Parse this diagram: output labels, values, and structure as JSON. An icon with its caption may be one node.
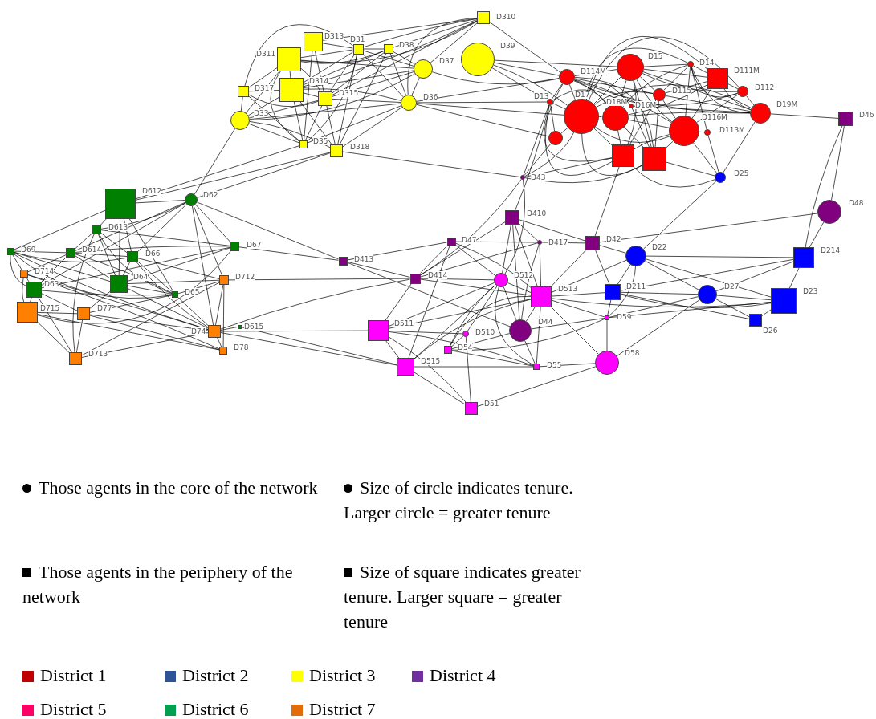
{
  "diagram": {
    "nodes": [
      {
        "text": [],
        "shape": "box",
        "beside": [
          "D310"
        ]
      },
      {
        "text": [],
        "shape": "box",
        "beside": [
          "D313"
        ]
      },
      {
        "text": [],
        "shape": "box",
        "beside": [
          "D311"
        ]
      },
      {
        "text": [],
        "shape": "box",
        "beside": [
          "D31"
        ]
      },
      {
        "text": [],
        "shape": "box",
        "beside": [
          "D38"
        ]
      },
      {
        "text": [],
        "shape": "circle",
        "beside": [
          "D37"
        ]
      },
      {
        "text": [],
        "shape": "circle",
        "beside": [
          "D39"
        ]
      },
      {
        "text": [],
        "shape": "box",
        "beside": [
          "D314"
        ]
      },
      {
        "text": [],
        "shape": "box",
        "beside": [
          "D317"
        ]
      },
      {
        "text": [],
        "shape": "box",
        "beside": [
          "D315"
        ]
      },
      {
        "text": [],
        "shape": "circle",
        "beside": [
          "D36"
        ]
      },
      {
        "text": [],
        "shape": "circle",
        "beside": [
          "D33"
        ]
      },
      {
        "text": [],
        "shape": "box",
        "beside": [
          "D35"
        ]
      },
      {
        "text": [],
        "shape": "box",
        "beside": [
          "D318"
        ]
      },
      {
        "text": [],
        "shape": "circle",
        "beside": [
          "D15"
        ]
      },
      {
        "text": [],
        "shape": "circle",
        "beside": [
          "D14"
        ]
      },
      {
        "text": [],
        "shape": "box",
        "beside": [
          "D111M"
        ]
      },
      {
        "text": [],
        "shape": "circle",
        "beside": [
          "D114M"
        ]
      },
      {
        "text": [],
        "shape": "circle",
        "beside": [
          "D115"
        ]
      },
      {
        "text": [],
        "shape": "circle",
        "beside": [
          "D112"
        ]
      },
      {
        "text": [],
        "shape": "circle",
        "beside": [
          "D19M"
        ]
      },
      {
        "text": [],
        "shape": "circle",
        "beside": [
          "D13"
        ]
      },
      {
        "text": [],
        "shape": "circle",
        "beside": [
          "D17"
        ]
      },
      {
        "text": [],
        "shape": "circle",
        "beside": [
          "D18M"
        ]
      },
      {
        "text": [],
        "shape": "circle",
        "beside": [
          "D16M"
        ]
      },
      {
        "text": [],
        "shape": "circle",
        "beside": [
          "D116M"
        ]
      },
      {
        "text": [],
        "shape": "circle",
        "beside": [
          "D113M"
        ]
      },
      {
        "text": [],
        "shape": "circle"
      },
      {
        "text": [],
        "shape": "box"
      },
      {
        "text": [],
        "shape": "box"
      },
      {
        "text": [],
        "shape": "circle",
        "beside": [
          "D25"
        ]
      },
      {
        "text": [],
        "shape": "circle",
        "beside": [
          "D22"
        ]
      },
      {
        "text": [],
        "shape": "box",
        "beside": [
          "D214"
        ]
      },
      {
        "text": [],
        "shape": "box",
        "beside": [
          "D211"
        ]
      },
      {
        "text": [],
        "shape": "circle",
        "beside": [
          "D27"
        ]
      },
      {
        "text": [],
        "shape": "box",
        "beside": [
          "D23"
        ]
      },
      {
        "text": [],
        "shape": "box",
        "beside": [
          "D26"
        ]
      },
      {
        "text": [],
        "shape": "box",
        "beside": [
          "D46"
        ]
      },
      {
        "text": [],
        "shape": "circle",
        "beside": [
          "D43"
        ]
      },
      {
        "text": [],
        "shape": "circle",
        "beside": [
          "D48"
        ]
      },
      {
        "text": [],
        "shape": "box",
        "beside": [
          "D410"
        ]
      },
      {
        "text": [],
        "shape": "box",
        "beside": [
          "D47"
        ]
      },
      {
        "text": [],
        "shape": "circle",
        "beside": [
          "D417"
        ]
      },
      {
        "text": [],
        "shape": "box",
        "beside": [
          "D42"
        ]
      },
      {
        "text": [],
        "shape": "box",
        "beside": [
          "D413"
        ]
      },
      {
        "text": [],
        "shape": "box",
        "beside": [
          "D414"
        ]
      },
      {
        "text": [],
        "shape": "circle",
        "beside": [
          "D44"
        ]
      },
      {
        "text": [],
        "shape": "circle",
        "beside": [
          "D512"
        ]
      },
      {
        "text": [],
        "shape": "box",
        "beside": [
          "D513"
        ]
      },
      {
        "text": [],
        "shape": "box",
        "beside": [
          "D511"
        ]
      },
      {
        "text": [],
        "shape": "circle",
        "beside": [
          "D510"
        ]
      },
      {
        "text": [],
        "shape": "box",
        "beside": [
          "D59"
        ]
      },
      {
        "text": [],
        "shape": "box",
        "beside": [
          "D54"
        ]
      },
      {
        "text": [],
        "shape": "box",
        "beside": [
          "D515"
        ]
      },
      {
        "text": [],
        "shape": "box",
        "beside": [
          "D55"
        ]
      },
      {
        "text": [],
        "shape": "circle",
        "beside": [
          "D58"
        ]
      },
      {
        "text": [],
        "shape": "box",
        "beside": [
          "D51"
        ]
      },
      {
        "text": [],
        "shape": "box",
        "beside": [
          "D612"
        ]
      },
      {
        "text": [],
        "shape": "circle",
        "beside": [
          "D62"
        ]
      },
      {
        "text": [],
        "shape": "box",
        "beside": [
          "D613"
        ]
      },
      {
        "text": [],
        "shape": "box",
        "beside": [
          "D69"
        ]
      },
      {
        "text": [],
        "shape": "box",
        "beside": [
          "D614"
        ]
      },
      {
        "text": [],
        "shape": "box",
        "beside": [
          "D66"
        ]
      },
      {
        "text": [],
        "shape": "box",
        "beside": [
          "D67"
        ]
      },
      {
        "text": [],
        "shape": "box",
        "beside": [
          "D64"
        ]
      },
      {
        "text": [],
        "shape": "box",
        "beside": [
          "D63"
        ]
      },
      {
        "text": [],
        "shape": "box",
        "beside": [
          "D65"
        ]
      },
      {
        "text": [],
        "shape": "box",
        "beside": [
          "D615"
        ]
      },
      {
        "text": [],
        "shape": "box",
        "beside": [
          "D714"
        ]
      },
      {
        "text": [],
        "shape": "box",
        "beside": [
          "D715"
        ]
      },
      {
        "text": [],
        "shape": "box",
        "beside": [
          "D712"
        ]
      },
      {
        "text": [],
        "shape": "box",
        "beside": [
          "D77"
        ]
      },
      {
        "text": [],
        "shape": "box",
        "beside": [
          "D74"
        ]
      },
      {
        "text": [],
        "shape": "box",
        "beside": [
          "D78"
        ]
      },
      {
        "text": [],
        "shape": "box",
        "beside": [
          "D713"
        ]
      }
    ],
    "edges": [
      {
        "from": 0,
        "to": 1,
        "arrow": "none"
      },
      {
        "from": 0,
        "to": 2,
        "arrow": "none"
      },
      {
        "from": 0,
        "to": 3,
        "arrow": "none"
      },
      {
        "from": 0,
        "to": 4,
        "arrow": "none"
      },
      {
        "from": 0,
        "to": 7,
        "arrow": "none"
      },
      {
        "from": 0,
        "to": 5,
        "arrow": "none"
      },
      {
        "from": 0,
        "to": 10,
        "arrow": "none"
      },
      {
        "from": 0,
        "to": 9,
        "arrow": "none"
      },
      {
        "from": 0,
        "to": 17,
        "arrow": "none"
      },
      {
        "from": 3,
        "to": 1,
        "arrow": "none"
      },
      {
        "from": 3,
        "to": 2,
        "arrow": "none"
      },
      {
        "from": 3,
        "to": 4,
        "arrow": "none"
      },
      {
        "from": 3,
        "to": 7,
        "arrow": "none"
      },
      {
        "from": 3,
        "to": 9,
        "arrow": "none"
      },
      {
        "from": 3,
        "to": 5,
        "arrow": "none"
      },
      {
        "from": 3,
        "to": 10,
        "arrow": "none"
      },
      {
        "from": 3,
        "to": 12,
        "arrow": "none"
      },
      {
        "from": 3,
        "to": 13,
        "arrow": "none"
      },
      {
        "from": 3,
        "to": 8,
        "arrow": "none"
      },
      {
        "from": 4,
        "to": 5,
        "arrow": "none"
      },
      {
        "from": 4,
        "to": 10,
        "arrow": "none"
      },
      {
        "from": 4,
        "to": 9,
        "arrow": "none"
      },
      {
        "from": 4,
        "to": 7,
        "arrow": "none"
      },
      {
        "from": 4,
        "to": 2,
        "arrow": "none"
      },
      {
        "from": 4,
        "to": 13,
        "arrow": "none"
      },
      {
        "from": 7,
        "to": 8,
        "arrow": "none"
      },
      {
        "from": 7,
        "to": 11,
        "arrow": "none"
      },
      {
        "from": 7,
        "to": 9,
        "arrow": "none"
      },
      {
        "from": 7,
        "to": 10,
        "arrow": "none"
      },
      {
        "from": 7,
        "to": 5,
        "arrow": "none"
      },
      {
        "from": 7,
        "to": 12,
        "arrow": "none"
      },
      {
        "from": 7,
        "to": 13,
        "arrow": "none"
      },
      {
        "from": 2,
        "to": 7,
        "arrow": "none"
      },
      {
        "from": 2,
        "to": 8,
        "arrow": "none"
      },
      {
        "from": 2,
        "to": 11,
        "arrow": "none"
      },
      {
        "from": 2,
        "to": 9,
        "arrow": "none"
      },
      {
        "from": 2,
        "to": 5,
        "arrow": "none"
      },
      {
        "from": 2,
        "to": 12,
        "arrow": "none"
      },
      {
        "from": 1,
        "to": 9,
        "arrow": "none"
      },
      {
        "from": 1,
        "to": 12,
        "arrow": "none"
      },
      {
        "from": 8,
        "to": 11,
        "arrow": "none"
      },
      {
        "from": 8,
        "to": 9,
        "arrow": "none"
      },
      {
        "from": 8,
        "to": 12,
        "arrow": "none"
      },
      {
        "from": 11,
        "to": 9,
        "arrow": "none"
      },
      {
        "from": 11,
        "to": 10,
        "arrow": "none"
      },
      {
        "from": 11,
        "to": 12,
        "arrow": "none"
      },
      {
        "from": 11,
        "to": 13,
        "arrow": "none"
      },
      {
        "from": 11,
        "to": 5,
        "arrow": "none"
      },
      {
        "from": 9,
        "to": 10,
        "arrow": "none"
      },
      {
        "from": 9,
        "to": 12,
        "arrow": "none"
      },
      {
        "from": 9,
        "to": 13,
        "arrow": "none"
      },
      {
        "from": 9,
        "to": 5,
        "arrow": "none"
      },
      {
        "from": 10,
        "to": 13,
        "arrow": "none"
      },
      {
        "from": 10,
        "to": 12,
        "arrow": "none"
      },
      {
        "from": 10,
        "to": 5,
        "arrow": "none"
      },
      {
        "from": 6,
        "to": 17,
        "arrow": "none"
      },
      {
        "from": 6,
        "to": 21,
        "arrow": "none"
      },
      {
        "from": 6,
        "to": 22,
        "arrow": "none"
      },
      {
        "from": 6,
        "to": 14,
        "arrow": "none"
      },
      {
        "from": 10,
        "to": 17,
        "arrow": "none"
      },
      {
        "from": 10,
        "to": 21,
        "arrow": "none"
      },
      {
        "from": 10,
        "to": 22,
        "arrow": "none"
      },
      {
        "from": 10,
        "to": 27,
        "arrow": "none"
      },
      {
        "from": 5,
        "to": 17,
        "arrow": "none"
      },
      {
        "from": 13,
        "to": 38,
        "arrow": "none"
      },
      {
        "from": 11,
        "to": 58,
        "arrow": "none"
      },
      {
        "from": 12,
        "to": 57,
        "arrow": "none"
      },
      {
        "from": 13,
        "to": 58,
        "arrow": "none"
      },
      {
        "from": 14,
        "to": 15,
        "arrow": "none"
      },
      {
        "from": 14,
        "to": 16,
        "arrow": "none"
      },
      {
        "from": 14,
        "to": 17,
        "arrow": "none"
      },
      {
        "from": 14,
        "to": 18,
        "arrow": "none"
      },
      {
        "from": 14,
        "to": 19,
        "arrow": "none"
      },
      {
        "from": 14,
        "to": 20,
        "arrow": "none"
      },
      {
        "from": 14,
        "to": 22,
        "arrow": "none"
      },
      {
        "from": 14,
        "to": 23,
        "arrow": "none"
      },
      {
        "from": 14,
        "to": 25,
        "arrow": "none"
      },
      {
        "from": 14,
        "to": 28,
        "arrow": "none"
      },
      {
        "from": 14,
        "to": 29,
        "arrow": "none"
      },
      {
        "from": 15,
        "to": 16,
        "arrow": "none"
      },
      {
        "from": 15,
        "to": 18,
        "arrow": "none"
      },
      {
        "from": 15,
        "to": 19,
        "arrow": "none"
      },
      {
        "from": 15,
        "to": 20,
        "arrow": "none"
      },
      {
        "from": 15,
        "to": 22,
        "arrow": "none"
      },
      {
        "from": 15,
        "to": 23,
        "arrow": "none"
      },
      {
        "from": 15,
        "to": 25,
        "arrow": "none"
      },
      {
        "from": 15,
        "to": 26,
        "arrow": "none"
      },
      {
        "from": 16,
        "to": 19,
        "arrow": "none"
      },
      {
        "from": 16,
        "to": 20,
        "arrow": "none"
      },
      {
        "from": 16,
        "to": 18,
        "arrow": "none"
      },
      {
        "from": 16,
        "to": 22,
        "arrow": "none"
      },
      {
        "from": 16,
        "to": 23,
        "arrow": "none"
      },
      {
        "from": 16,
        "to": 25,
        "arrow": "none"
      },
      {
        "from": 17,
        "to": 21,
        "arrow": "none"
      },
      {
        "from": 17,
        "to": 22,
        "arrow": "none"
      },
      {
        "from": 17,
        "to": 23,
        "arrow": "none"
      },
      {
        "from": 17,
        "to": 18,
        "arrow": "none"
      },
      {
        "from": 17,
        "to": 19,
        "arrow": "none"
      },
      {
        "from": 17,
        "to": 20,
        "arrow": "none"
      },
      {
        "from": 17,
        "to": 25,
        "arrow": "none"
      },
      {
        "from": 17,
        "to": 28,
        "arrow": "none"
      },
      {
        "from": 17,
        "to": 29,
        "arrow": "none"
      },
      {
        "from": 21,
        "to": 22,
        "arrow": "none"
      },
      {
        "from": 21,
        "to": 27,
        "arrow": "none"
      },
      {
        "from": 21,
        "to": 23,
        "arrow": "none"
      },
      {
        "from": 21,
        "to": 28,
        "arrow": "none"
      },
      {
        "from": 22,
        "to": 23,
        "arrow": "none"
      },
      {
        "from": 22,
        "to": 25,
        "arrow": "none"
      },
      {
        "from": 22,
        "to": 28,
        "arrow": "none"
      },
      {
        "from": 22,
        "to": 29,
        "arrow": "none"
      },
      {
        "from": 22,
        "to": 18,
        "arrow": "none"
      },
      {
        "from": 22,
        "to": 19,
        "arrow": "none"
      },
      {
        "from": 22,
        "to": 20,
        "arrow": "none"
      },
      {
        "from": 22,
        "to": 24,
        "arrow": "none"
      },
      {
        "from": 23,
        "to": 25,
        "arrow": "none"
      },
      {
        "from": 23,
        "to": 28,
        "arrow": "none"
      },
      {
        "from": 23,
        "to": 29,
        "arrow": "none"
      },
      {
        "from": 23,
        "to": 20,
        "arrow": "none"
      },
      {
        "from": 24,
        "to": 20,
        "arrow": "none"
      },
      {
        "from": 24,
        "to": 29,
        "arrow": "none"
      },
      {
        "from": 18,
        "to": 25,
        "arrow": "none"
      },
      {
        "from": 18,
        "to": 28,
        "arrow": "none"
      },
      {
        "from": 18,
        "to": 29,
        "arrow": "none"
      },
      {
        "from": 18,
        "to": 20,
        "arrow": "none"
      },
      {
        "from": 19,
        "to": 20,
        "arrow": "none"
      },
      {
        "from": 19,
        "to": 25,
        "arrow": "none"
      },
      {
        "from": 25,
        "to": 28,
        "arrow": "none"
      },
      {
        "from": 25,
        "to": 29,
        "arrow": "none"
      },
      {
        "from": 25,
        "to": 26,
        "arrow": "none"
      },
      {
        "from": 26,
        "to": 30,
        "arrow": "none"
      },
      {
        "from": 20,
        "to": 30,
        "arrow": "none"
      },
      {
        "from": 25,
        "to": 30,
        "arrow": "none"
      },
      {
        "from": 29,
        "to": 30,
        "arrow": "none"
      },
      {
        "from": 28,
        "to": 30,
        "arrow": "none"
      },
      {
        "from": 27,
        "to": 22,
        "arrow": "none"
      },
      {
        "from": 20,
        "to": 37,
        "arrow": "none"
      },
      {
        "from": 38,
        "to": 28,
        "arrow": "none"
      },
      {
        "from": 38,
        "to": 29,
        "arrow": "none"
      },
      {
        "from": 38,
        "to": 27,
        "arrow": "none"
      },
      {
        "from": 38,
        "to": 21,
        "arrow": "none"
      },
      {
        "from": 38,
        "to": 22,
        "arrow": "none"
      },
      {
        "from": 38,
        "to": 45,
        "arrow": "none"
      },
      {
        "from": 38,
        "to": 47,
        "arrow": "none"
      },
      {
        "from": 21,
        "to": 40,
        "arrow": "none"
      },
      {
        "from": 28,
        "to": 43,
        "arrow": "none"
      },
      {
        "from": 30,
        "to": 31,
        "arrow": "none"
      },
      {
        "from": 37,
        "to": 39,
        "arrow": "none"
      },
      {
        "from": 37,
        "to": 32,
        "arrow": "none"
      },
      {
        "from": 39,
        "to": 43,
        "arrow": "none"
      },
      {
        "from": 39,
        "to": 32,
        "arrow": "none"
      },
      {
        "from": 31,
        "to": 43,
        "arrow": "none"
      },
      {
        "from": 31,
        "to": 32,
        "arrow": "none"
      },
      {
        "from": 31,
        "to": 33,
        "arrow": "none"
      },
      {
        "from": 31,
        "to": 34,
        "arrow": "none"
      },
      {
        "from": 31,
        "to": 35,
        "arrow": "none"
      },
      {
        "from": 31,
        "to": 51,
        "arrow": "none"
      },
      {
        "from": 31,
        "to": 48,
        "arrow": "none"
      },
      {
        "from": 33,
        "to": 34,
        "arrow": "none"
      },
      {
        "from": 33,
        "to": 35,
        "arrow": "none"
      },
      {
        "from": 33,
        "to": 36,
        "arrow": "none"
      },
      {
        "from": 33,
        "to": 51,
        "arrow": "none"
      },
      {
        "from": 33,
        "to": 43,
        "arrow": "none"
      },
      {
        "from": 33,
        "to": 48,
        "arrow": "none"
      },
      {
        "from": 33,
        "to": 32,
        "arrow": "none"
      },
      {
        "from": 34,
        "to": 35,
        "arrow": "none"
      },
      {
        "from": 34,
        "to": 36,
        "arrow": "none"
      },
      {
        "from": 34,
        "to": 51,
        "arrow": "none"
      },
      {
        "from": 34,
        "to": 55,
        "arrow": "none"
      },
      {
        "from": 34,
        "to": 32,
        "arrow": "none"
      },
      {
        "from": 35,
        "to": 32,
        "arrow": "none"
      },
      {
        "from": 35,
        "to": 36,
        "arrow": "none"
      },
      {
        "from": 35,
        "to": 51,
        "arrow": "none"
      },
      {
        "from": 35,
        "to": 48,
        "arrow": "none"
      },
      {
        "from": 51,
        "to": 55,
        "arrow": "none"
      },
      {
        "from": 51,
        "to": 46,
        "arrow": "none"
      },
      {
        "from": 51,
        "to": 52,
        "arrow": "none"
      },
      {
        "from": 51,
        "to": 48,
        "arrow": "none"
      },
      {
        "from": 40,
        "to": 47,
        "arrow": "none"
      },
      {
        "from": 40,
        "to": 48,
        "arrow": "none"
      },
      {
        "from": 40,
        "to": 42,
        "arrow": "none"
      },
      {
        "from": 40,
        "to": 46,
        "arrow": "none"
      },
      {
        "from": 40,
        "to": 43,
        "arrow": "none"
      },
      {
        "from": 40,
        "to": 45,
        "arrow": "none"
      },
      {
        "from": 41,
        "to": 42,
        "arrow": "none"
      },
      {
        "from": 41,
        "to": 45,
        "arrow": "none"
      },
      {
        "from": 41,
        "to": 47,
        "arrow": "none"
      },
      {
        "from": 41,
        "to": 48,
        "arrow": "none"
      },
      {
        "from": 41,
        "to": 53,
        "arrow": "none"
      },
      {
        "from": 42,
        "to": 45,
        "arrow": "none"
      },
      {
        "from": 42,
        "to": 48,
        "arrow": "none"
      },
      {
        "from": 42,
        "to": 46,
        "arrow": "none"
      },
      {
        "from": 42,
        "to": 43,
        "arrow": "none"
      },
      {
        "from": 44,
        "to": 45,
        "arrow": "none"
      },
      {
        "from": 44,
        "to": 46,
        "arrow": "none"
      },
      {
        "from": 44,
        "to": 41,
        "arrow": "none"
      },
      {
        "from": 45,
        "to": 49,
        "arrow": "none"
      },
      {
        "from": 45,
        "to": 47,
        "arrow": "none"
      },
      {
        "from": 45,
        "to": 48,
        "arrow": "none"
      },
      {
        "from": 45,
        "to": 70,
        "arrow": "none"
      },
      {
        "from": 45,
        "to": 72,
        "arrow": "none"
      },
      {
        "from": 47,
        "to": 48,
        "arrow": "none"
      },
      {
        "from": 47,
        "to": 46,
        "arrow": "none"
      },
      {
        "from": 47,
        "to": 52,
        "arrow": "none"
      },
      {
        "from": 47,
        "to": 50,
        "arrow": "none"
      },
      {
        "from": 47,
        "to": 53,
        "arrow": "none"
      },
      {
        "from": 47,
        "to": 49,
        "arrow": "none"
      },
      {
        "from": 47,
        "to": 54,
        "arrow": "none"
      },
      {
        "from": 48,
        "to": 46,
        "arrow": "none"
      },
      {
        "from": 48,
        "to": 54,
        "arrow": "none"
      },
      {
        "from": 48,
        "to": 43,
        "arrow": "none"
      },
      {
        "from": 48,
        "to": 49,
        "arrow": "none"
      },
      {
        "from": 48,
        "to": 52,
        "arrow": "none"
      },
      {
        "from": 49,
        "to": 50,
        "arrow": "none"
      },
      {
        "from": 49,
        "to": 53,
        "arrow": "none"
      },
      {
        "from": 49,
        "to": 54,
        "arrow": "none"
      },
      {
        "from": 49,
        "to": 56,
        "arrow": "none"
      },
      {
        "from": 50,
        "to": 52,
        "arrow": "none"
      },
      {
        "from": 50,
        "to": 56,
        "arrow": "none"
      },
      {
        "from": 52,
        "to": 54,
        "arrow": "none"
      },
      {
        "from": 53,
        "to": 54,
        "arrow": "none"
      },
      {
        "from": 53,
        "to": 56,
        "arrow": "none"
      },
      {
        "from": 53,
        "to": 48,
        "arrow": "none"
      },
      {
        "from": 54,
        "to": 55,
        "arrow": "none"
      },
      {
        "from": 54,
        "to": 46,
        "arrow": "none"
      },
      {
        "from": 56,
        "to": 55,
        "arrow": "none"
      },
      {
        "from": 55,
        "to": 48,
        "arrow": "none"
      },
      {
        "from": 46,
        "to": 52,
        "arrow": "none"
      },
      {
        "from": 72,
        "to": 49,
        "arrow": "none"
      },
      {
        "from": 72,
        "to": 53,
        "arrow": "none"
      },
      {
        "from": 57,
        "to": 13,
        "arrow": "none"
      },
      {
        "from": 58,
        "to": 63,
        "arrow": "none"
      },
      {
        "from": 58,
        "to": 70,
        "arrow": "none"
      },
      {
        "from": 58,
        "to": 72,
        "arrow": "none"
      },
      {
        "from": 58,
        "to": 44,
        "arrow": "none"
      },
      {
        "from": 63,
        "to": 59,
        "arrow": "none"
      },
      {
        "from": 63,
        "to": 61,
        "arrow": "none"
      },
      {
        "from": 63,
        "to": 65,
        "arrow": "none"
      },
      {
        "from": 63,
        "to": 64,
        "arrow": "none"
      },
      {
        "from": 63,
        "to": 69,
        "arrow": "none"
      },
      {
        "from": 63,
        "to": 44,
        "arrow": "none"
      },
      {
        "from": 57,
        "to": 59,
        "arrow": "none"
      },
      {
        "from": 57,
        "to": 64,
        "arrow": "none"
      },
      {
        "from": 57,
        "to": 62,
        "arrow": "none"
      },
      {
        "from": 57,
        "to": 60,
        "arrow": "none"
      },
      {
        "from": 57,
        "to": 66,
        "arrow": "none"
      },
      {
        "from": 57,
        "to": 58,
        "arrow": "none"
      },
      {
        "from": 58,
        "to": 59,
        "arrow": "none"
      },
      {
        "from": 58,
        "to": 61,
        "arrow": "none"
      },
      {
        "from": 58,
        "to": 62,
        "arrow": "none"
      },
      {
        "from": 58,
        "to": 65,
        "arrow": "none"
      },
      {
        "from": 59,
        "to": 61,
        "arrow": "none"
      },
      {
        "from": 59,
        "to": 62,
        "arrow": "none"
      },
      {
        "from": 59,
        "to": 64,
        "arrow": "none"
      },
      {
        "from": 59,
        "to": 66,
        "arrow": "none"
      },
      {
        "from": 59,
        "to": 74,
        "arrow": "none"
      },
      {
        "from": 60,
        "to": 61,
        "arrow": "none"
      },
      {
        "from": 60,
        "to": 62,
        "arrow": "none"
      },
      {
        "from": 60,
        "to": 64,
        "arrow": "none"
      },
      {
        "from": 60,
        "to": 66,
        "arrow": "none"
      },
      {
        "from": 60,
        "to": 68,
        "arrow": "none"
      },
      {
        "from": 60,
        "to": 65,
        "arrow": "none"
      },
      {
        "from": 60,
        "to": 72,
        "arrow": "none"
      },
      {
        "from": 61,
        "to": 62,
        "arrow": "none"
      },
      {
        "from": 61,
        "to": 64,
        "arrow": "none"
      },
      {
        "from": 61,
        "to": 65,
        "arrow": "none"
      },
      {
        "from": 61,
        "to": 68,
        "arrow": "none"
      },
      {
        "from": 61,
        "to": 66,
        "arrow": "none"
      },
      {
        "from": 62,
        "to": 64,
        "arrow": "none"
      },
      {
        "from": 62,
        "to": 66,
        "arrow": "none"
      },
      {
        "from": 62,
        "to": 72,
        "arrow": "none"
      },
      {
        "from": 62,
        "to": 70,
        "arrow": "none"
      },
      {
        "from": 64,
        "to": 66,
        "arrow": "none"
      },
      {
        "from": 64,
        "to": 72,
        "arrow": "none"
      },
      {
        "from": 64,
        "to": 70,
        "arrow": "none"
      },
      {
        "from": 64,
        "to": 71,
        "arrow": "none"
      },
      {
        "from": 65,
        "to": 66,
        "arrow": "none"
      },
      {
        "from": 65,
        "to": 68,
        "arrow": "none"
      },
      {
        "from": 65,
        "to": 69,
        "arrow": "none"
      },
      {
        "from": 65,
        "to": 71,
        "arrow": "none"
      },
      {
        "from": 65,
        "to": 74,
        "arrow": "none"
      },
      {
        "from": 66,
        "to": 70,
        "arrow": "none"
      },
      {
        "from": 66,
        "to": 72,
        "arrow": "none"
      },
      {
        "from": 66,
        "to": 71,
        "arrow": "none"
      },
      {
        "from": 68,
        "to": 69,
        "arrow": "none"
      },
      {
        "from": 68,
        "to": 72,
        "arrow": "none"
      },
      {
        "from": 68,
        "to": 73,
        "arrow": "none"
      },
      {
        "from": 69,
        "to": 71,
        "arrow": "none"
      },
      {
        "from": 69,
        "to": 74,
        "arrow": "none"
      },
      {
        "from": 69,
        "to": 73,
        "arrow": "none"
      },
      {
        "from": 71,
        "to": 74,
        "arrow": "none"
      },
      {
        "from": 71,
        "to": 72,
        "arrow": "none"
      },
      {
        "from": 71,
        "to": 73,
        "arrow": "none"
      },
      {
        "from": 70,
        "to": 72,
        "arrow": "none"
      },
      {
        "from": 70,
        "to": 73,
        "arrow": "none"
      },
      {
        "from": 72,
        "to": 73,
        "arrow": "none"
      },
      {
        "from": 74,
        "to": 72,
        "arrow": "none"
      },
      {
        "from": 74,
        "to": 70,
        "arrow": "none"
      },
      {
        "from": 67,
        "to": 72,
        "arrow": "none"
      },
      {
        "from": 67,
        "to": 53,
        "arrow": "none"
      }
    ],
    "legend": [
      {
        "text": "Those agents in the core of the network"
      },
      {
        "text": "Size of circle indicates tenure. Larger circle = greater tenure"
      },
      {
        "text": "Those agents in the periphery of the network"
      },
      {
        "text": "Size of square indicates greater tenure. Larger square = greater tenure"
      },
      {
        "text": "District 1",
        "color": "#c00000"
      },
      {
        "text": "District 2",
        "color": "#2e5496"
      },
      {
        "text": "District 3",
        "color": "#ffff00"
      },
      {
        "text": "District 4",
        "color": "#7030a0"
      },
      {
        "text": "District 5",
        "color": "#ff0066"
      },
      {
        "text": "District 6",
        "color": "#00a050"
      },
      {
        "text": "District 7",
        "color": "#e36c0a"
      }
    ]
  }
}
